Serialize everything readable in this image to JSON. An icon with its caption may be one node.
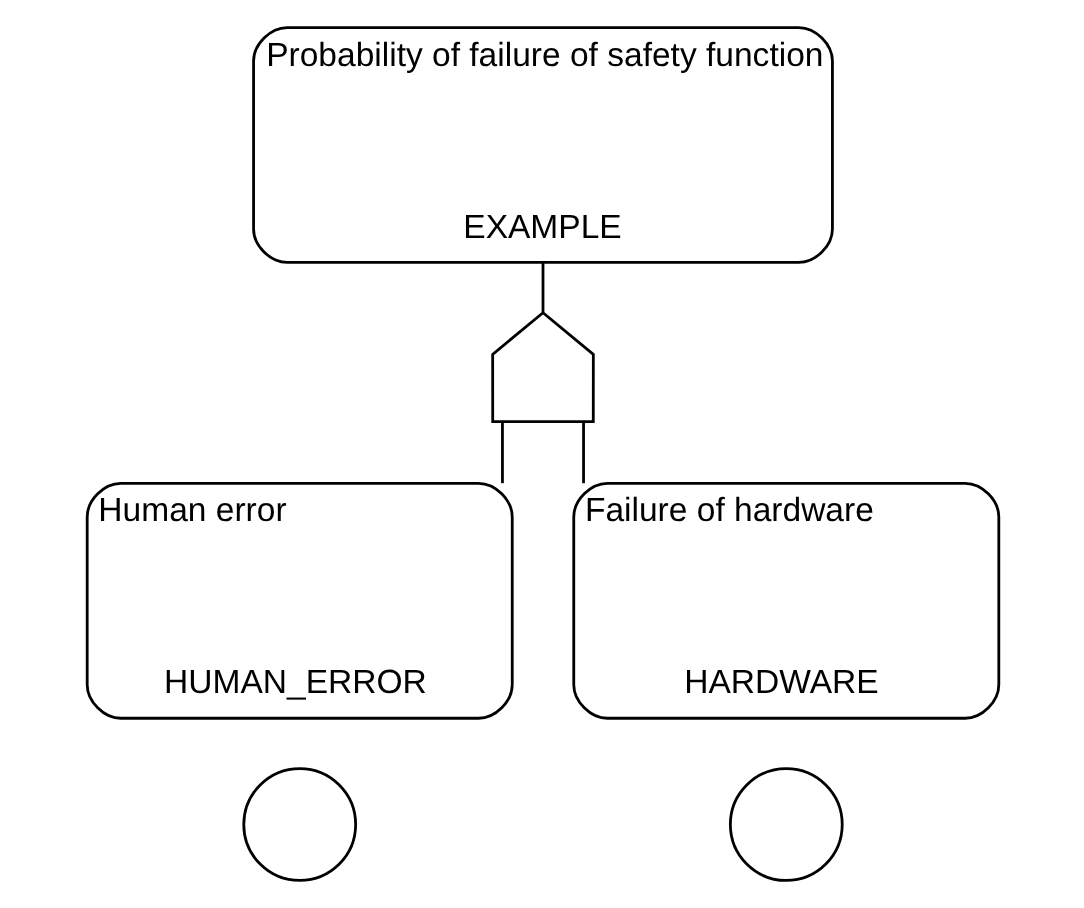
{
  "diagram": {
    "nodes": [
      {
        "text": [
          "Probability of failure of safety function",
          "EXAMPLE"
        ]
      },
      {
        "text": [],
        "shape": "gate"
      },
      {
        "text": [
          "Human error",
          "HUMAN_ERROR"
        ]
      },
      {
        "text": [
          "Failure of hardware",
          "HARDWARE"
        ]
      },
      {
        "text": [],
        "shape": "circle"
      },
      {
        "text": [],
        "shape": "circle"
      }
    ],
    "edges": [
      {
        "from": 0,
        "to": 1,
        "arrow": "none"
      },
      {
        "from": 1,
        "to": 2,
        "arrow": "none"
      },
      {
        "from": 1,
        "to": 3,
        "arrow": "none"
      }
    ]
  }
}
